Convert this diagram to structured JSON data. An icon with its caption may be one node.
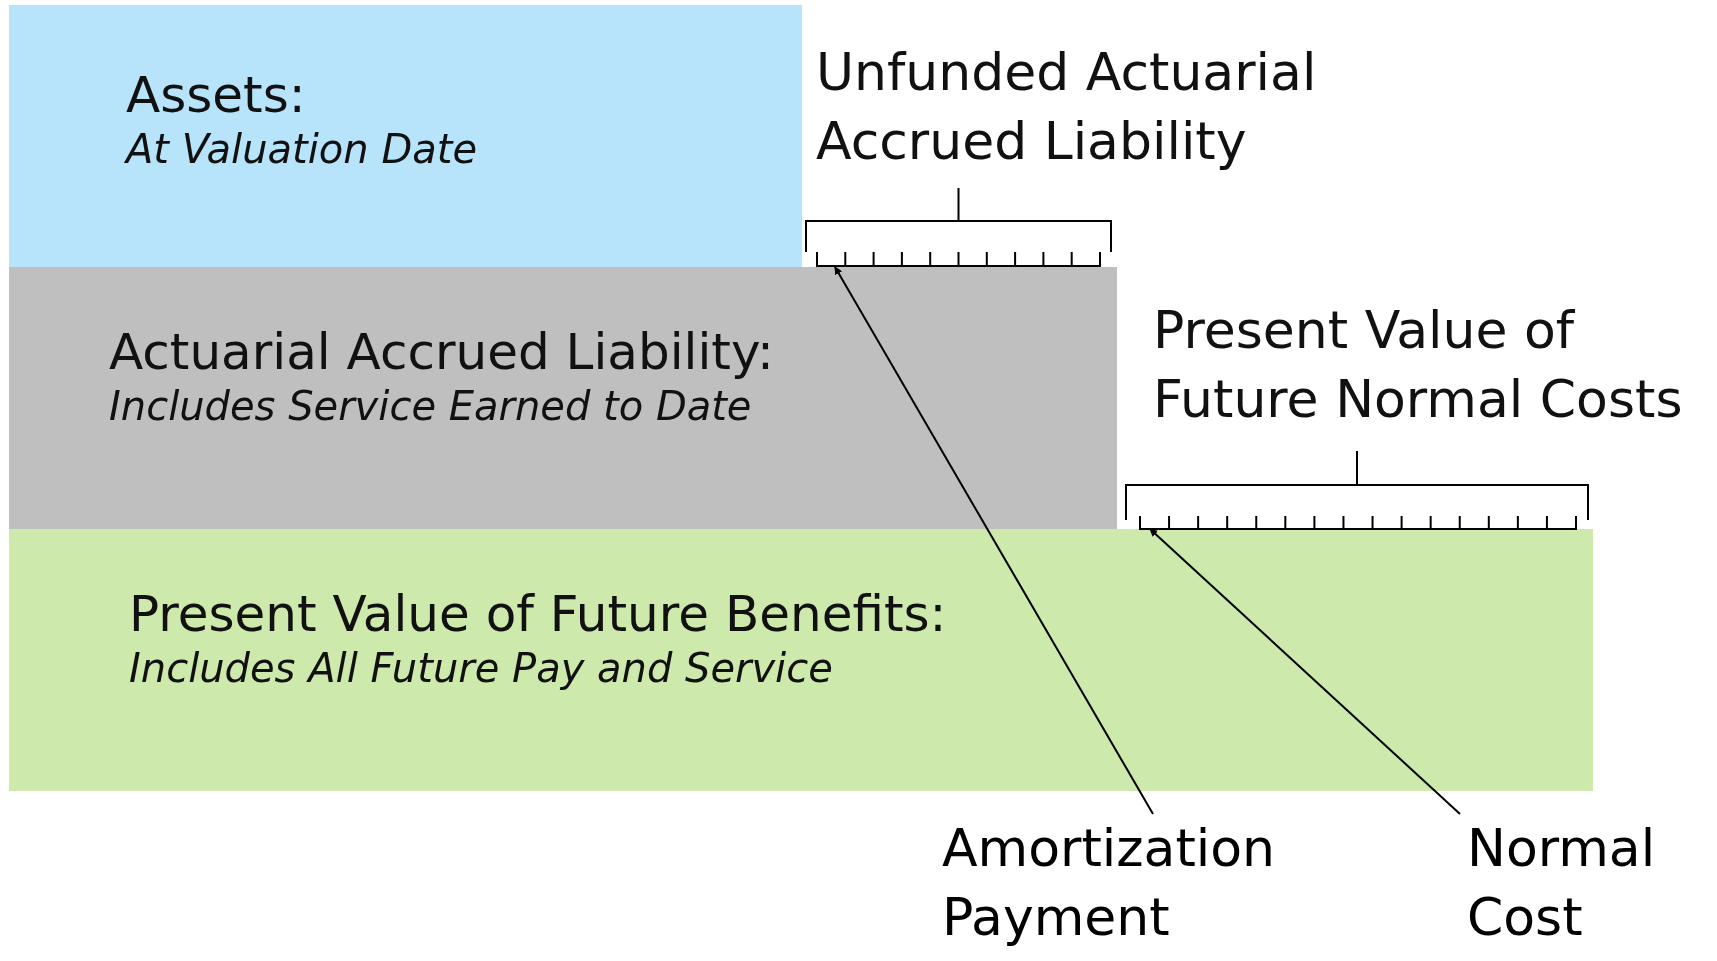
{
  "diagram": {
    "nodes": [
      {
        "text": [
          "Assets:",
          "At Valuation Date"
        ]
      },
      {
        "text": [
          "Actuarial Accrued Liability:",
          "Includes Service Earned to Date"
        ]
      },
      {
        "text": [
          "Present Value of Future Benefits:",
          "Includes All Future Pay and Service"
        ]
      },
      {
        "text": [
          "Amortization Payment"
        ]
      },
      {
        "text": [
          "Normal Cost"
        ]
      },
      {
        "text": [],
        "shape": "bar"
      },
      {
        "text": [],
        "shape": "bar"
      }
    ],
    "edges": [
      {
        "from": 3,
        "to": 5,
        "arrow": "to"
      },
      {
        "from": 4,
        "to": 6,
        "arrow": "to"
      }
    ],
    "labels": [
      "Unfunded Actuarial Accrued Liability",
      "Present Value of Future Normal Costs"
    ]
  }
}
